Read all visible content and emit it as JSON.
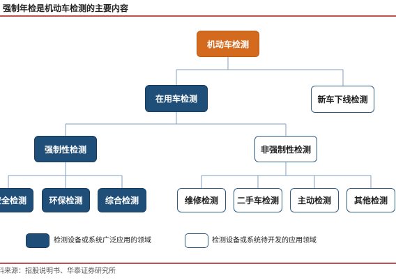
{
  "header": {
    "title": "强制年检是机动车检测的主要内容"
  },
  "diagram": {
    "root": "机动车检测",
    "level2": [
      "在用车检测",
      "新车下线检测"
    ],
    "level3": [
      "强制性检测",
      "非强制性检测"
    ],
    "mandatory_children": [
      "安全检测",
      "环保检测",
      "综合检测"
    ],
    "nonmandatory_children": [
      "维修检测",
      "二手车检测",
      "主动检测",
      "其他检测"
    ]
  },
  "legend": {
    "filled_label": "检测设备或系统广泛应用的领域",
    "outline_label": "检测设备或系统待开发的应用领域"
  },
  "footer": {
    "source": "资料来源：招股说明书、华泰证券研究所"
  },
  "colors": {
    "root": "#d46a1e",
    "filled": "#1f4e79",
    "outline_border": "#2e5b84",
    "accent_rule": "#c0504d",
    "connector": "#7f9fbf"
  }
}
